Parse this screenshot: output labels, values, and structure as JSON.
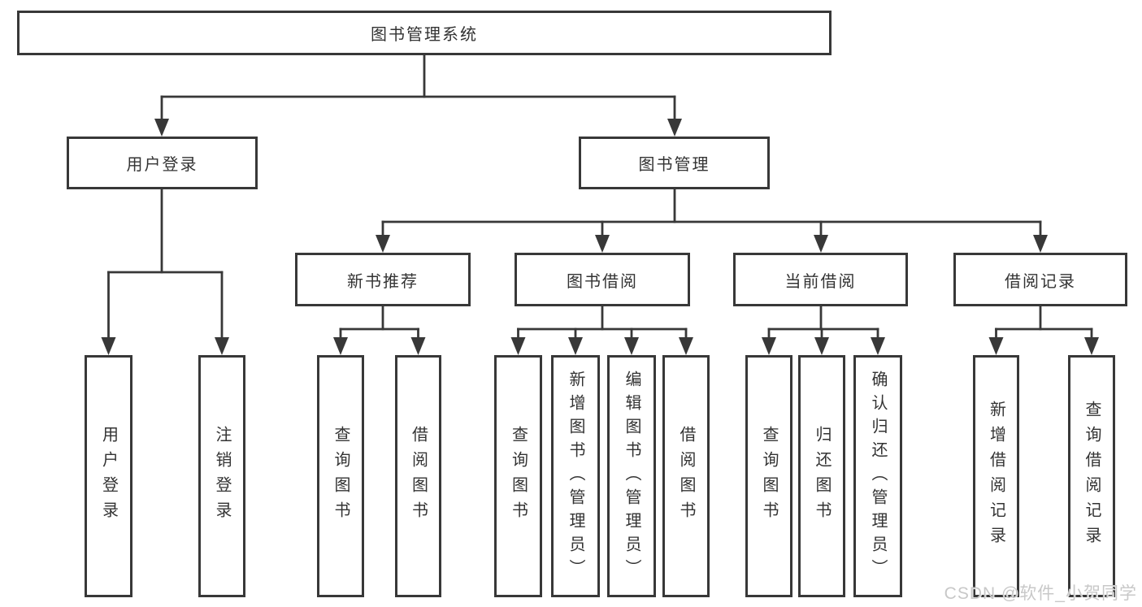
{
  "colors": {
    "line": "#383838",
    "text": "#333333",
    "watermark": "#c8c8c8",
    "background": "#ffffff"
  },
  "watermark": {
    "text": "CSDN @软件_小贺同学"
  },
  "tree": {
    "root": {
      "label": "图书管理系统"
    },
    "branches": [
      {
        "label": "用户登录",
        "children": [
          {
            "label": "用户登录"
          },
          {
            "label": "注销登录"
          }
        ]
      },
      {
        "label": "图书管理",
        "sections": [
          {
            "label": "新书推荐",
            "children": [
              {
                "label": "查询图书"
              },
              {
                "label": "借阅图书"
              }
            ]
          },
          {
            "label": "图书借阅",
            "children": [
              {
                "label": "查询图书"
              },
              {
                "label": "新增图书（管理员）"
              },
              {
                "label": "编辑图书（管理员）"
              },
              {
                "label": "借阅图书"
              }
            ]
          },
          {
            "label": "当前借阅",
            "children": [
              {
                "label": "查询图书"
              },
              {
                "label": "归还图书"
              },
              {
                "label": "确认归还（管理员）"
              }
            ]
          },
          {
            "label": "借阅记录",
            "children": [
              {
                "label": "新增借阅记录"
              },
              {
                "label": "查询借阅记录"
              }
            ]
          }
        ]
      }
    ]
  }
}
